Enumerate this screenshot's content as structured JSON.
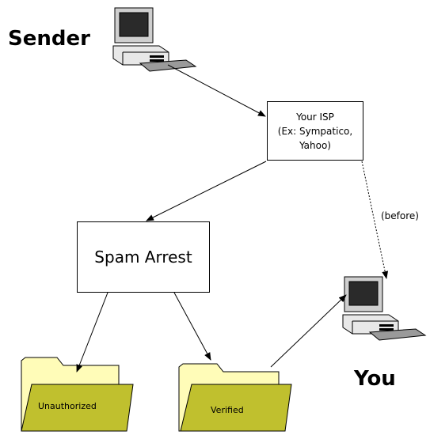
{
  "sender": {
    "label": "Sender"
  },
  "you": {
    "label": "You"
  },
  "isp": {
    "lines": [
      "Your ISP",
      "(Ex: Sympatico,",
      "Yahoo)"
    ]
  },
  "spam_arrest": {
    "label": "Spam Arrest"
  },
  "before_label": "(before)",
  "folders": {
    "unauthorized": {
      "label": "Unauthorized"
    },
    "verified": {
      "label": "Verified"
    }
  },
  "colors": {
    "folder_front": "#c0c02e",
    "folder_back": "#fffcb8",
    "monitor_screen": "#2a2a2a",
    "computer_body": "#e8e8e8"
  }
}
